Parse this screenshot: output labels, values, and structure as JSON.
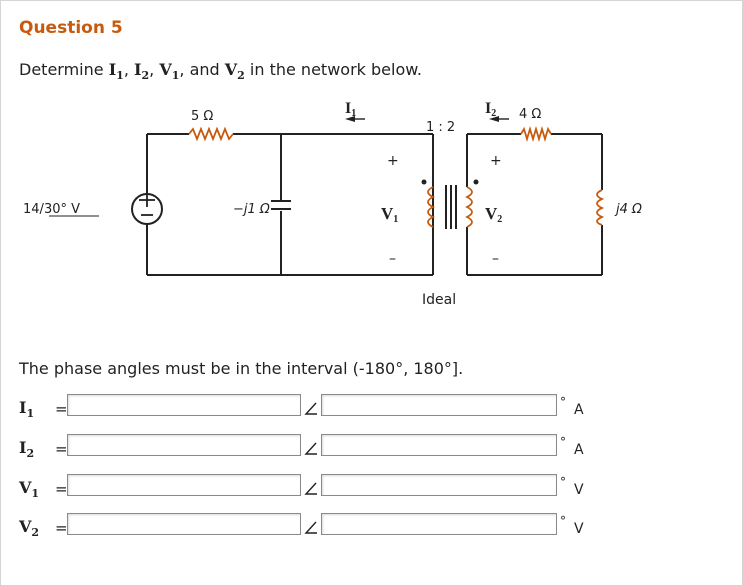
{
  "question": {
    "title": "Question 5",
    "prompt": {
      "pre": "Determine ",
      "v1": "I",
      "v1_sub": "1",
      "sep1": ", ",
      "v2": "I",
      "v2_sub": "2",
      "sep2": ", ",
      "v3": "V",
      "v3_sub": "1",
      "sep3": ", and ",
      "v4": "V",
      "v4_sub": "2",
      "post": " in the network below."
    }
  },
  "circuit": {
    "source_label": "14/30° V",
    "source_mag": "14",
    "source_angle": "30° V",
    "r1_label": "5 Ω",
    "cap_label": "−j1 Ω",
    "i1_label": "I",
    "i1_sub": "1",
    "ratio_label": "1 : 2",
    "i2_label": "I",
    "i2_sub": "2",
    "r2_label": "4 Ω",
    "v1_label": "V",
    "v1_sub": "1",
    "v2_label": "V",
    "v2_sub": "2",
    "load_label": "j4 Ω",
    "plus": "+",
    "minus": "–",
    "ideal_label": "Ideal"
  },
  "note": "The phase angles must be in the interval (-180°, 180°].",
  "answers": [
    {
      "var": "I",
      "sub": "1",
      "eq": "=",
      "magnitude": "",
      "angle": "",
      "deg": "°",
      "unit": "A"
    },
    {
      "var": "I",
      "sub": "2",
      "eq": "=",
      "magnitude": "",
      "angle": "",
      "deg": "°",
      "unit": "A"
    },
    {
      "var": "V",
      "sub": "1",
      "eq": "=",
      "magnitude": "",
      "angle": "",
      "deg": "°",
      "unit": "V"
    },
    {
      "var": "V",
      "sub": "2",
      "eq": "=",
      "magnitude": "",
      "angle": "",
      "deg": "°",
      "unit": "V"
    }
  ]
}
